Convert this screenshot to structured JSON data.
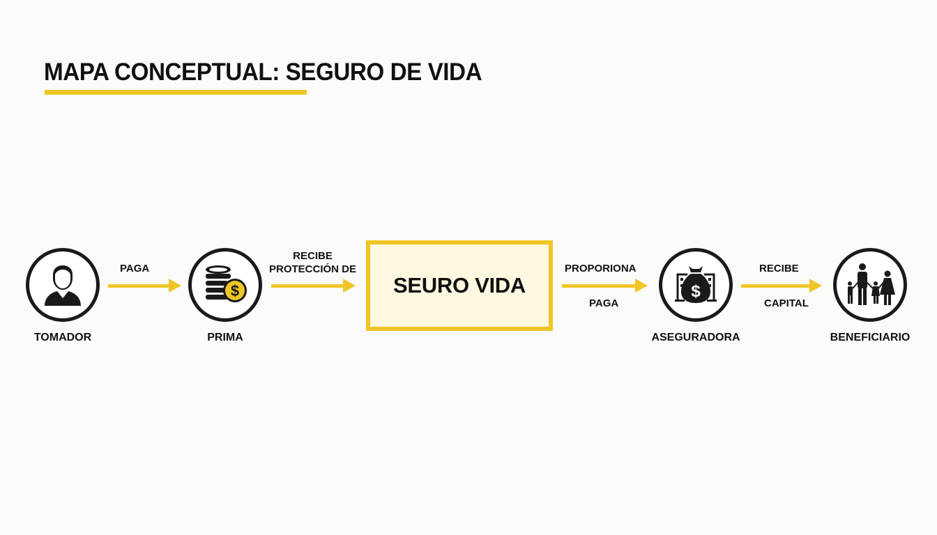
{
  "title": "MAPA CONCEPTUAL: SEGURO DE VIDA",
  "colors": {
    "accent": "#f0c526",
    "center_fill": "#fdf8df",
    "outline": "#1a1a1a",
    "background": "#fbfbfa"
  },
  "center": {
    "label": "SEURO VIDA"
  },
  "nodes": [
    {
      "id": "tomador",
      "label": "TOMADOR",
      "icon": "person-icon"
    },
    {
      "id": "prima",
      "label": "PRIMA",
      "icon": "coins-dollar-icon"
    },
    {
      "id": "aseguradora",
      "label": "ASEGURADORA",
      "icon": "money-bag-building-icon"
    },
    {
      "id": "beneficiario",
      "label": "BENEFICIARIO",
      "icon": "family-icon"
    }
  ],
  "edges": [
    {
      "from": "TOMADOR",
      "to": "PRIMA",
      "label_top": "PAGA",
      "label_bottom": ""
    },
    {
      "from": "PRIMA",
      "to": "SEURO VIDA",
      "label_top_line1": "RECIBE",
      "label_top_line2": "PROTECCIÓN DE"
    },
    {
      "from": "SEURO VIDA",
      "to": "ASEGURADORA",
      "label_top": "PROPORIONA",
      "label_bottom": "PAGA"
    },
    {
      "from": "ASEGURADORA",
      "to": "BENEFICIARIO",
      "label_top": "RECIBE",
      "label_bottom": "CAPITAL"
    }
  ]
}
